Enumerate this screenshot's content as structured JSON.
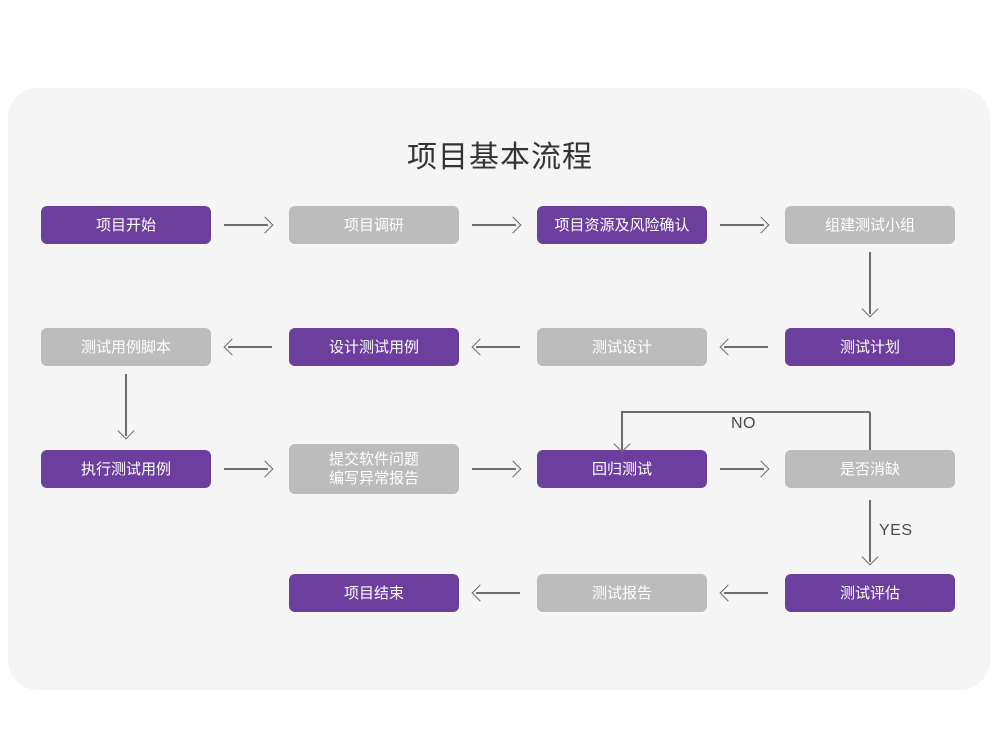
{
  "page": {
    "title": "项目基本流程",
    "colors": {
      "background": "#ffffff",
      "card": "#f5f5f5",
      "accent_purple": "#6c3f9e",
      "muted_gray": "#bcbcbc",
      "connector": "#6d6d6d",
      "title_text": "#333333",
      "node_text": "#ffffff"
    }
  },
  "flow": {
    "rows": [
      {
        "nodes": [
          {
            "id": "n1",
            "label": "项目开始",
            "style": "purple"
          },
          {
            "id": "n2",
            "label": "项目调研",
            "style": "gray"
          },
          {
            "id": "n3",
            "label": "项目资源及风险确认",
            "style": "purple"
          },
          {
            "id": "n4",
            "label": "组建测试小组",
            "style": "gray"
          }
        ]
      },
      {
        "nodes": [
          {
            "id": "n5",
            "label": "测试用例脚本",
            "style": "gray"
          },
          {
            "id": "n6",
            "label": "设计测试用例",
            "style": "purple"
          },
          {
            "id": "n7",
            "label": "测试设计",
            "style": "gray"
          },
          {
            "id": "n8",
            "label": "测试计划",
            "style": "purple"
          }
        ]
      },
      {
        "nodes": [
          {
            "id": "n9",
            "label": "执行测试用例",
            "style": "purple"
          },
          {
            "id": "n10",
            "label": "提交软件问题\n编写异常报告",
            "style": "gray"
          },
          {
            "id": "n11",
            "label": "回归测试",
            "style": "purple"
          },
          {
            "id": "n12",
            "label": "是否消缺",
            "style": "gray"
          }
        ]
      },
      {
        "nodes": [
          {
            "id": "n13",
            "label": "项目结束",
            "style": "purple"
          },
          {
            "id": "n14",
            "label": "测试报告",
            "style": "gray"
          },
          {
            "id": "n15",
            "label": "测试评估",
            "style": "purple"
          }
        ]
      }
    ],
    "edge_labels": {
      "no": "NO",
      "yes": "YES"
    }
  }
}
